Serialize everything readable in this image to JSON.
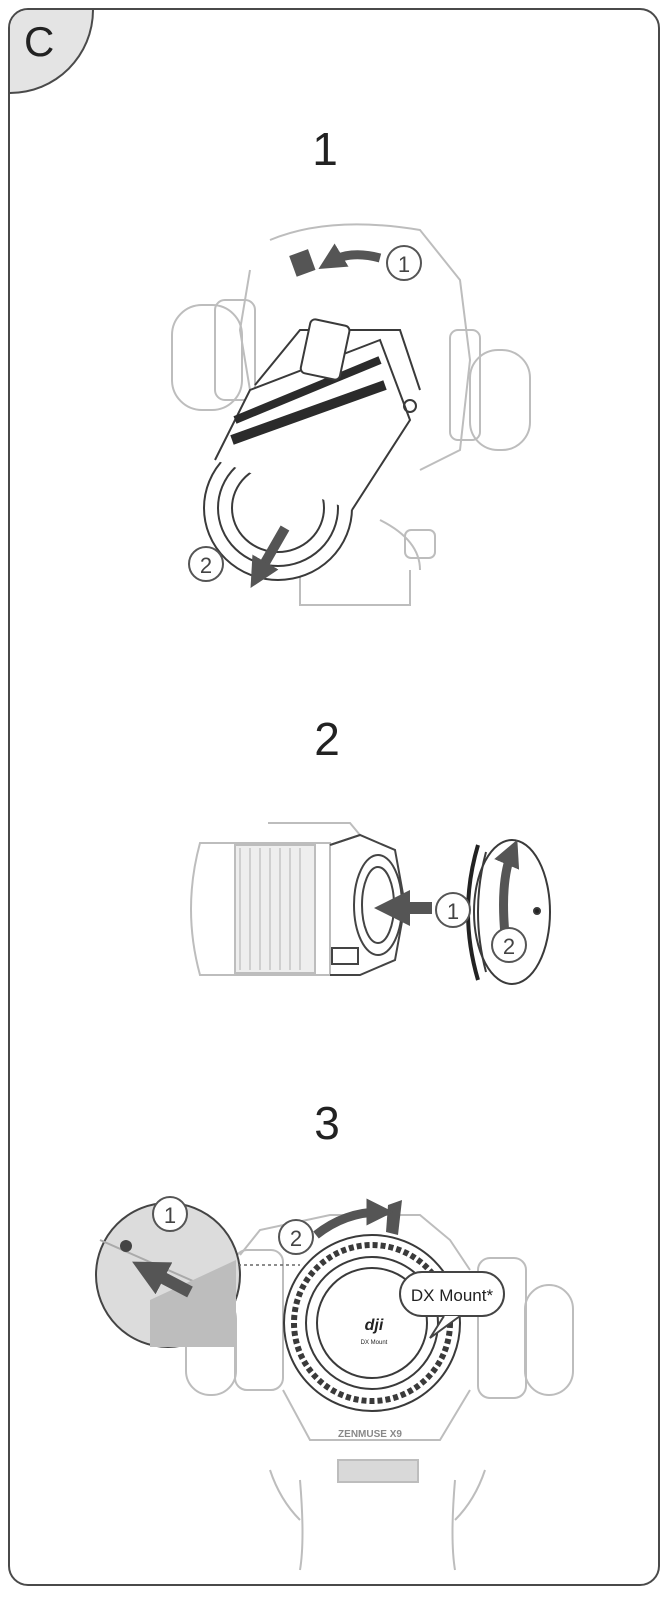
{
  "section_letter": "C",
  "steps": [
    {
      "number": "1"
    },
    {
      "number": "2"
    },
    {
      "number": "3"
    }
  ],
  "markers": {
    "one": "①",
    "two": "②"
  },
  "step3": {
    "callout_label": "DX Mount*",
    "logo_text": "dji",
    "plate_text": "DX Mount",
    "gimbal_text": "ZENMUSE X9"
  },
  "colors": {
    "line": "#3a3a3a",
    "light_line": "#b8b8b8",
    "arrow": "#555555",
    "tab_fill": "#e4e4e4"
  }
}
